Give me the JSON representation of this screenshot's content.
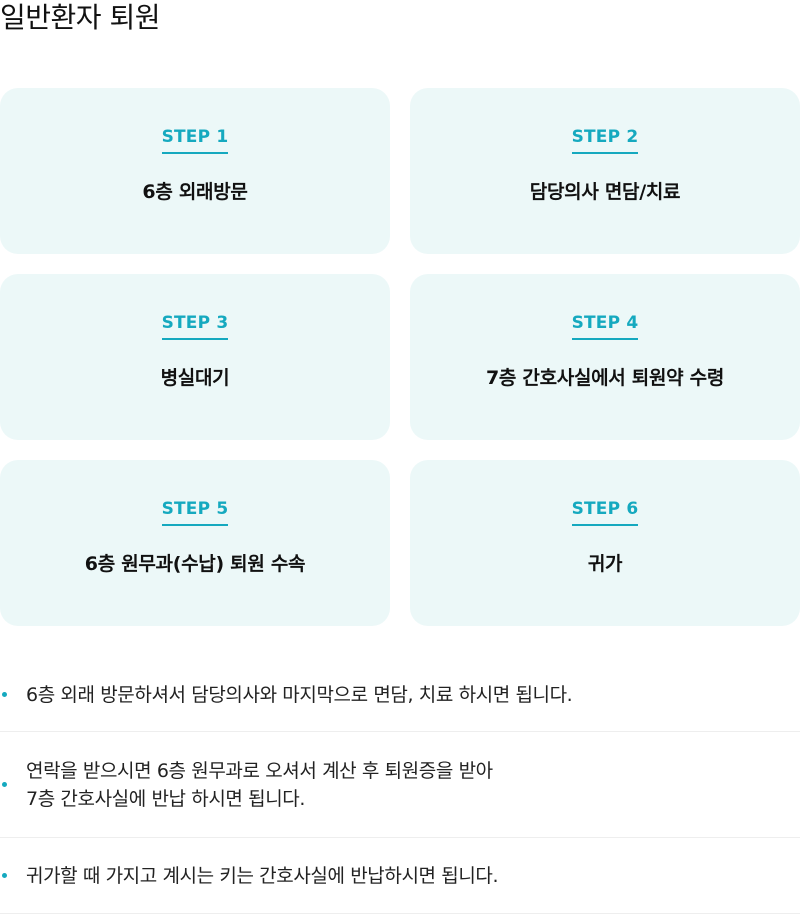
{
  "page": {
    "title": "일반환자 퇴원"
  },
  "steps": [
    {
      "label": "STEP 1",
      "text": "6층 외래방문"
    },
    {
      "label": "STEP 2",
      "text": "담당의사 면담/치료"
    },
    {
      "label": "STEP 3",
      "text": "병실대기"
    },
    {
      "label": "STEP 4",
      "text": "7층 간호사실에서 퇴원약 수령"
    },
    {
      "label": "STEP 5",
      "text": "6층 원무과(수납) 퇴원 수속"
    },
    {
      "label": "STEP 6",
      "text": "귀가"
    }
  ],
  "notes": [
    {
      "lines": [
        "6층 외래 방문하셔서 담당의사와 마지막으로 면담, 치료 하시면 됩니다."
      ]
    },
    {
      "lines": [
        "연락을 받으시면 6층 원무과로 오셔서 계산 후 퇴원증을 받아",
        "7층 간호사실에 반납 하시면 됩니다."
      ]
    },
    {
      "lines": [
        "귀가할 때 가지고 계시는 키는 간호사실에 반납하시면 됩니다."
      ]
    }
  ],
  "colors": {
    "accent": "#15a9bf",
    "card_background": "#ecf8f8",
    "divider": "#eeeeee"
  },
  "icons": {
    "bullet": "bullet-dot-icon"
  }
}
